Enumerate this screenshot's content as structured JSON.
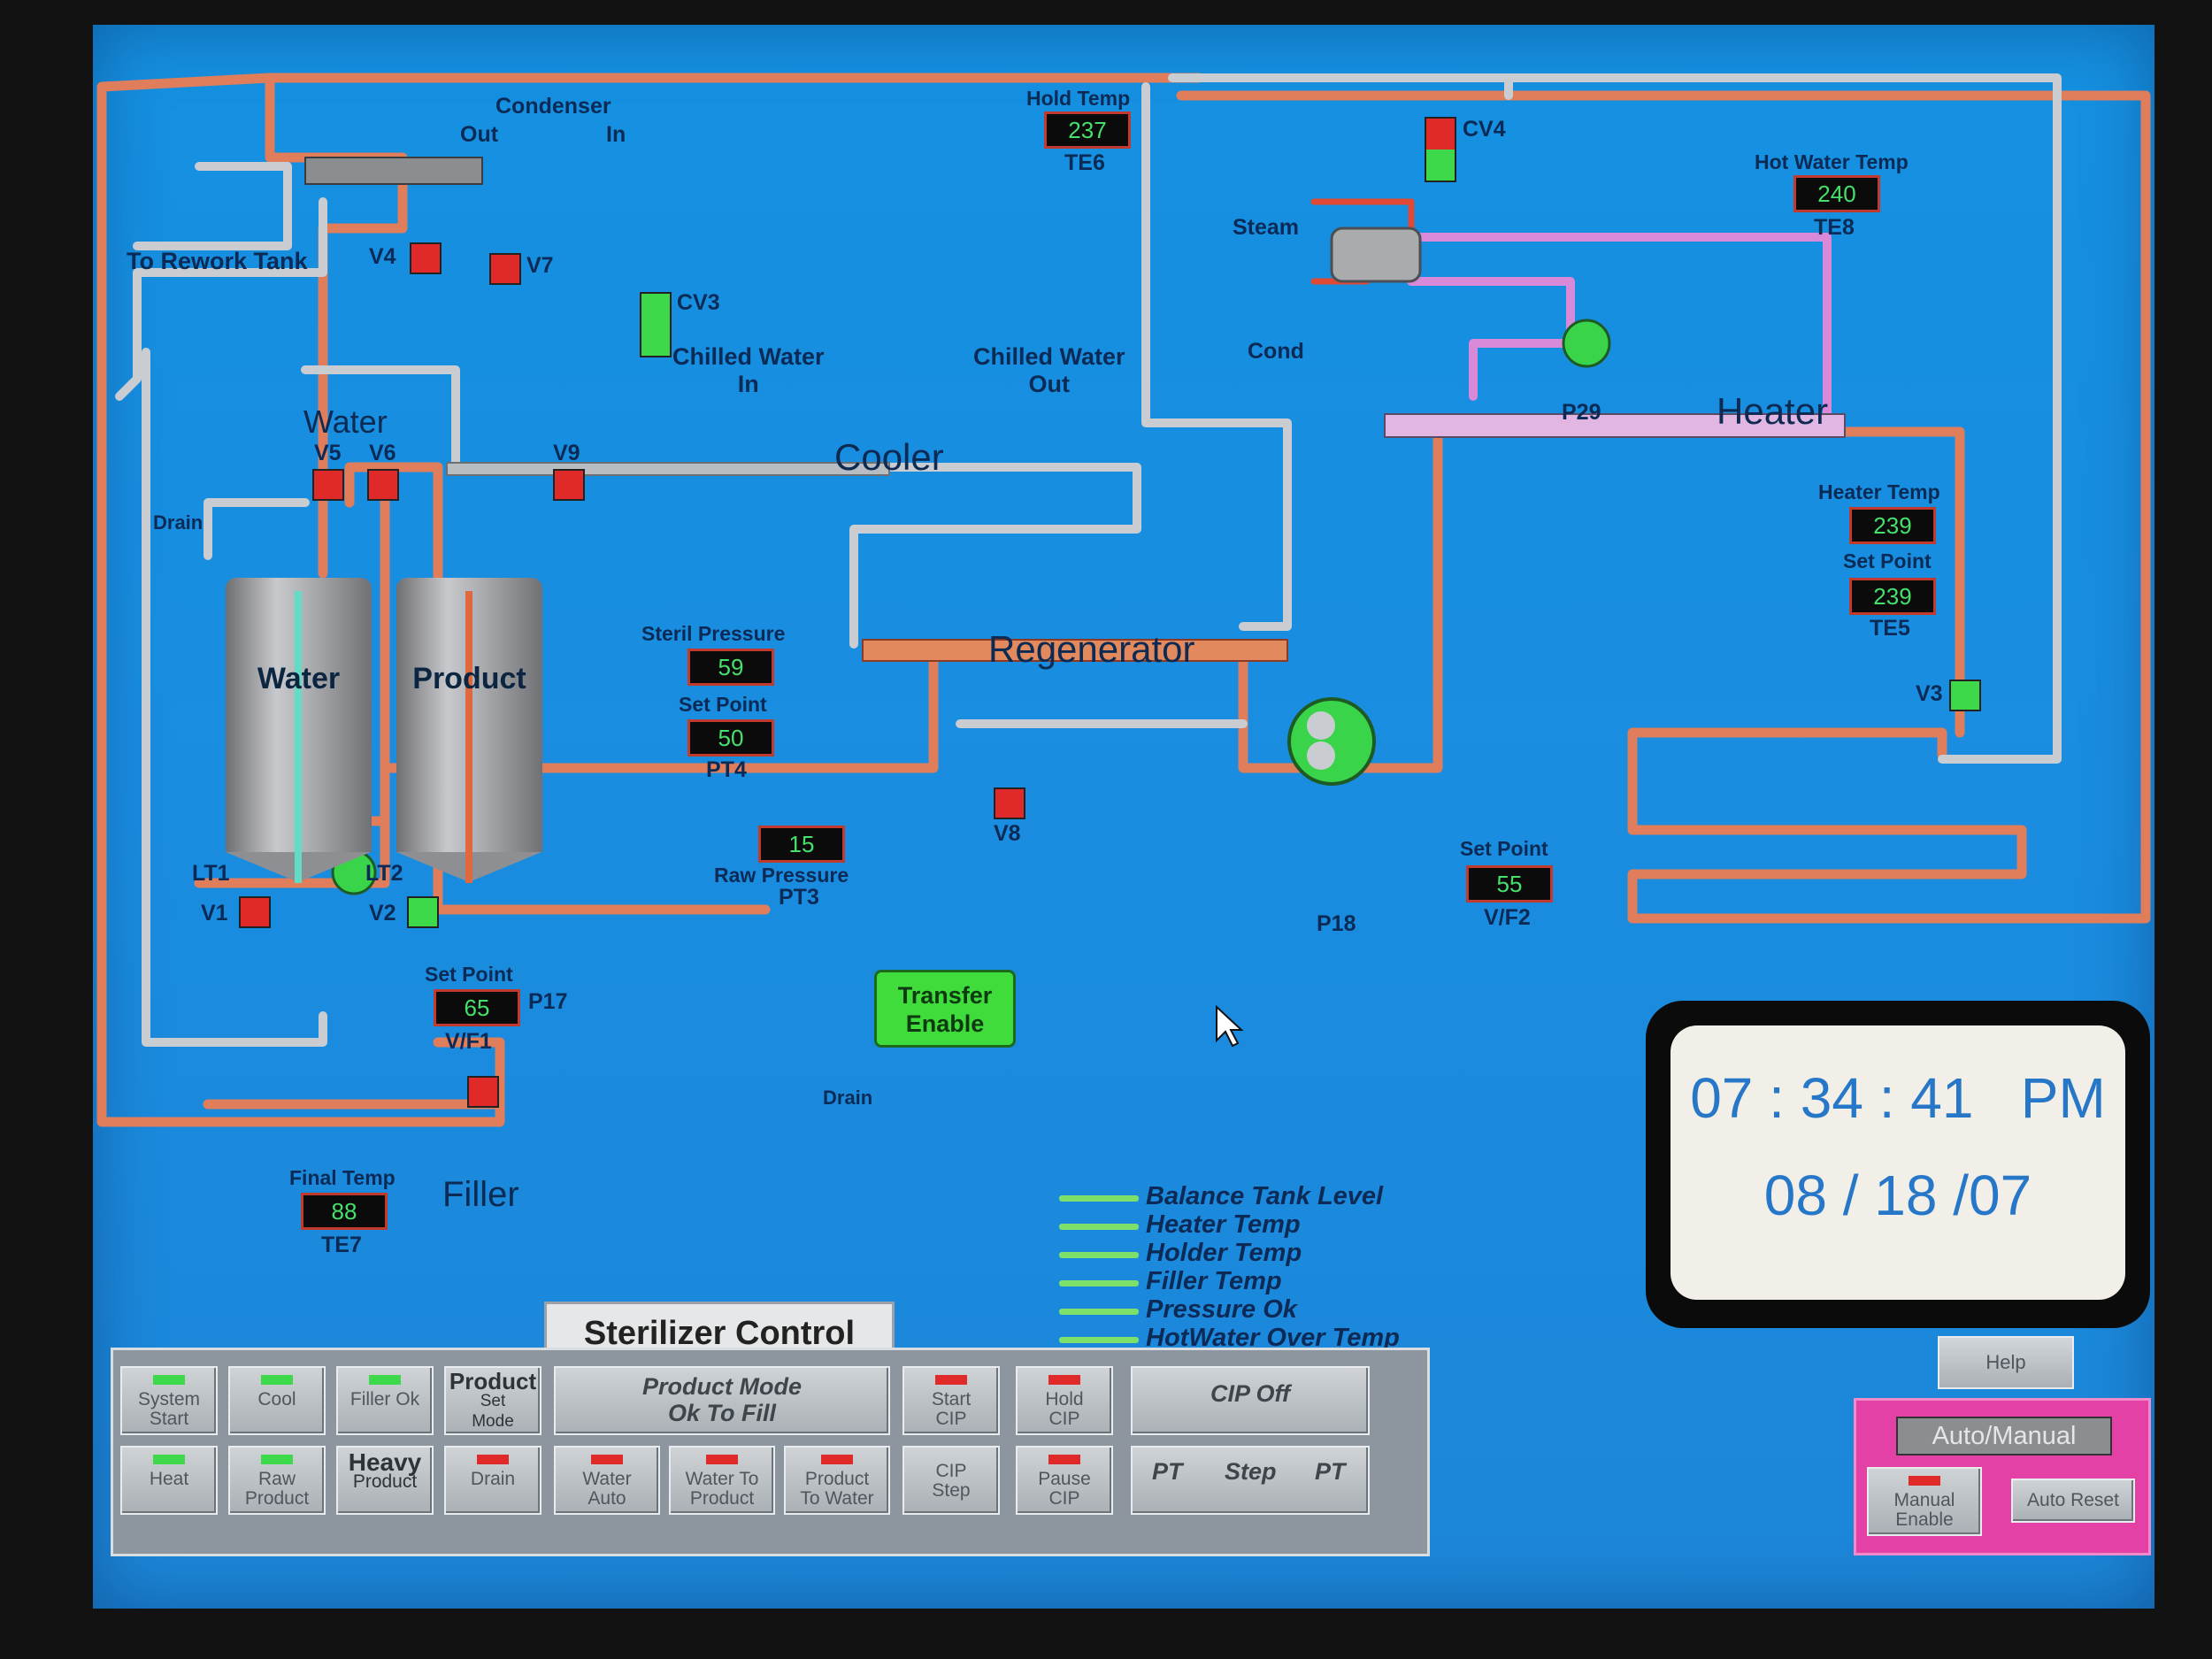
{
  "colors": {
    "screen_bg": "#1a8de0",
    "product_pipe": "#e07d5a",
    "water_pipe": "#c9cdd2",
    "hot_water_pipe": "#d889d8",
    "steam_pipe": "#e04a35",
    "valve_closed": "#e02a2a",
    "valve_open": "#3ed94a",
    "readout_text": "#46e06a",
    "clock_text": "#2777c9",
    "auto_manual_panel": "#e441a6"
  },
  "labels": {
    "condenser": "Condenser",
    "cond_out": "Out",
    "cond_in": "In",
    "rework_tank": "To Rework Tank",
    "drain_left": "Drain",
    "drain_mid": "Drain",
    "water_header": "Water",
    "cooler": "Cooler",
    "chilled_in": "Chilled Water\nIn",
    "chilled_out": "Chilled Water\nOut",
    "regenerator": "Regenerator",
    "heater": "Heater",
    "steam": "Steam",
    "cond": "Cond",
    "filler": "Filler",
    "lt1": "LT1",
    "lt2": "LT2",
    "p17": "P17",
    "p18": "P18",
    "p29": "P29",
    "v1": "V1",
    "v2": "V2",
    "v3": "V3",
    "v4": "V4",
    "v5": "V5",
    "v6": "V6",
    "v7": "V7",
    "v8": "V8",
    "v9": "V9",
    "cv3": "CV3",
    "cv4": "CV4"
  },
  "tanks": {
    "water": "Water",
    "product": "Product"
  },
  "readouts": {
    "hold_temp": {
      "label": "Hold Temp",
      "value": "237",
      "tag": "TE6"
    },
    "hot_water_temp": {
      "label": "Hot Water Temp",
      "value": "240",
      "tag": "TE8"
    },
    "heater_temp": {
      "label": "Heater Temp",
      "value": "239"
    },
    "heater_setpoint": {
      "label": "Set Point",
      "value": "239",
      "tag": "TE5"
    },
    "steril_pressure": {
      "label": "Steril Pressure",
      "value": "59"
    },
    "steril_setpoint": {
      "label": "Set Point",
      "value": "50",
      "tag": "PT4"
    },
    "raw_pressure": {
      "label": "Raw Pressure",
      "value": "15",
      "tag": "PT3"
    },
    "vf1_setpoint": {
      "label": "Set Point",
      "value": "65",
      "tag": "V/F1"
    },
    "vf2_setpoint": {
      "label": "Set Point",
      "value": "55",
      "tag": "V/F2"
    },
    "final_temp": {
      "label": "Final Temp",
      "value": "88",
      "tag": "TE7"
    }
  },
  "transfer_enable": "Transfer\nEnable",
  "legend": [
    "Balance Tank Level",
    "Heater Temp",
    "Holder Temp",
    "Filler Temp",
    "Pressure Ok",
    "HotWater Over Temp"
  ],
  "panel": {
    "title": "Sterilizer Control",
    "buttons": {
      "system_start": "System\nStart",
      "cool": "Cool",
      "filler_ok": "Filler Ok",
      "product_set_mode_title": "Product",
      "product_set_mode_sub": "Set\nMode",
      "product_mode": "Product Mode\nOk To Fill",
      "start_cip": "Start\nCIP",
      "hold_cip": "Hold\nCIP",
      "cip_off": "CIP Off",
      "heat": "Heat",
      "raw_product": "Raw\nProduct",
      "heavy_title": "Heavy",
      "heavy_sub": "Product",
      "drain": "Drain",
      "water_auto": "Water\nAuto",
      "water_to_product": "Water To\nProduct",
      "product_to_water": "Product\nTo Water",
      "cip_step": "CIP\nStep",
      "pause_cip": "Pause\nCIP",
      "pt_step_pt_1": "PT",
      "pt_step_pt_2": "Step",
      "pt_step_pt_3": "PT"
    }
  },
  "clock": {
    "time": "07 : 34 : 41   PM",
    "date": "08 / 18 /07"
  },
  "help": "Help",
  "auto_manual": {
    "title": "Auto/Manual",
    "manual_enable": "Manual\nEnable",
    "auto_reset": "Auto Reset"
  }
}
